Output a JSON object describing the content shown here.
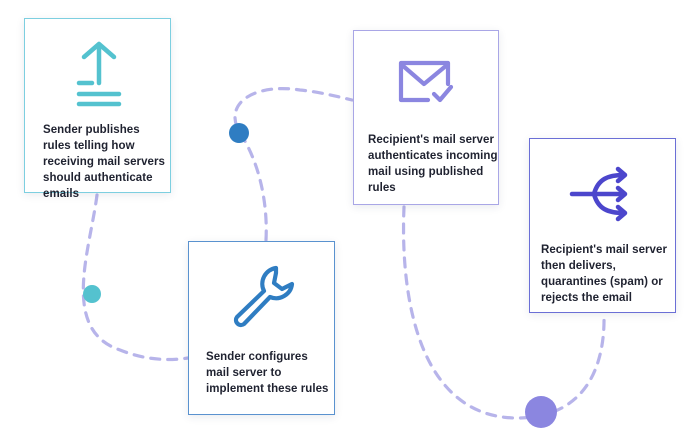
{
  "colors": {
    "path": "#b7b4ea",
    "step1": "#54c2cf",
    "step2": "#2f7dc2",
    "step3": "#8b86e0",
    "step4": "#4c46cc"
  },
  "steps": [
    {
      "icon": "upload-icon",
      "text": "Sender publishes rules telling how receiving mail servers should authenticate emails"
    },
    {
      "icon": "wrench-icon",
      "text": "Sender configures mail server to implement these rules"
    },
    {
      "icon": "mail-check-icon",
      "text": "Recipient's mail server authenticates incoming mail using published rules"
    },
    {
      "icon": "split-arrows-icon",
      "text": "Recipient's mail server then delivers, quarantines (spam) or rejects the email"
    }
  ]
}
